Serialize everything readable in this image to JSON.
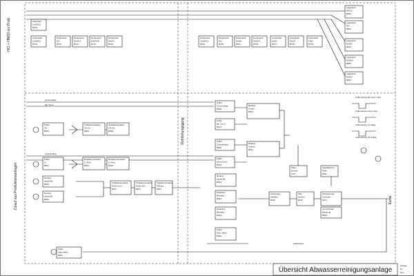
{
  "title": "Übersicht Abwasserreinigungsanlage",
  "left_label_top": "HCl + HNO3 zur Prod.",
  "left_label_bottom": "Zulauf aus Produktionsanlagen",
  "center_label": "Rohrleitungsgang",
  "right_label": "Kanal",
  "bottom_note": "Kühlwasser",
  "colors": {
    "line": "#111111",
    "box_fill": "#ffffff",
    "background": "#ffffff"
  },
  "storage_tanks": [
    {
      "name": "Lagertank",
      "medium": "HNO3",
      "id": "B602"
    },
    {
      "name": "Lagertank",
      "medium": "HCl",
      "id": "B604"
    },
    {
      "name": "Lagertank",
      "medium": "NaOH",
      "id": "B613"
    },
    {
      "name": "Lagertank",
      "medium": "NaNO3",
      "id": "B620"
    },
    {
      "name": "Lagertank",
      "medium": "NaOCl",
      "id": "B621"
    }
  ],
  "top_left_units": [
    {
      "name": "Kalkmilch",
      "medium": "Ca(OH)2",
      "id": "B703"
    },
    {
      "name": "Ansetzbeh.",
      "medium": "Ca(OH)2",
      "id": "B704"
    },
    {
      "name": "Dosiertank",
      "medium": "HCl",
      "id": "B710"
    },
    {
      "name": "Dosiertank",
      "medium": "H2SO4",
      "id": "B712"
    },
    {
      "name": "Dosiertank",
      "medium": "NaHSO3",
      "id": "B713"
    },
    {
      "name": "Dosiertank",
      "medium": "NaOCl",
      "id": "B720"
    }
  ],
  "top_right_units": [
    {
      "name": "Dosiertank",
      "medium": "Ca(OH)2",
      "id": "B702"
    },
    {
      "name": "Dosiertank",
      "medium": "HCl",
      "id": "B700"
    },
    {
      "name": "Dosiertank",
      "medium": "NaOH",
      "id": "B701"
    },
    {
      "name": "Dosiertank",
      "medium": "NaNO3",
      "id": "B705"
    },
    {
      "name": "Ansetzbeh.",
      "medium": "Na2S",
      "id": "B707"
    },
    {
      "name": "Ansetzbeh.",
      "medium": "FeCl3",
      "id": "B708"
    },
    {
      "name": "Ansetzbeh.",
      "medium": "FHM",
      "id": "B709"
    }
  ],
  "incoming_lines": [
    "Chromhaltig",
    "alk. Konz.",
    "Cyanidhaltig",
    "saure Konz."
  ],
  "left_units": [
    {
      "name": "Puffer",
      "medium": "CN",
      "id": "B001"
    },
    {
      "name": "Oxidationsreaktor",
      "medium": "CN-Ox",
      "id": "B002"
    },
    {
      "name": "Oxidationsreaktor",
      "medium": "CN-Ox",
      "id": "B003"
    },
    {
      "name": "Puffer",
      "medium": "Cr",
      "id": "B021"
    },
    {
      "name": "Reduktionsreaktor",
      "medium": "Cr-Red",
      "id": "B022"
    },
    {
      "name": "Reduktionsreaktor",
      "medium": "Cr-Red",
      "id": "B023"
    },
    {
      "name": "Neutral.",
      "medium": "sauer/alk.",
      "id": "B031"
    },
    {
      "name": "Neutral.",
      "medium": "sauer/alk.",
      "id": "B032"
    }
  ],
  "bottom_left_units": [
    {
      "name": "Puffer",
      "medium": "Abw. diffus",
      "id": "B051"
    }
  ],
  "mid_bottom_units": [
    {
      "name": "Oxidationsreaktor",
      "medium": "Nitrite prim.",
      "id": "B211"
    },
    {
      "name": "Oxidationsreaktor",
      "medium": "Nitrite fein",
      "id": "B212"
    },
    {
      "name": "Oxidationsreaktor",
      "medium": "Fällung",
      "id": "B213"
    }
  ],
  "center_units": [
    {
      "name": "Puffer",
      "medium": "Chromhaltig",
      "id": "B300"
    },
    {
      "name": "Puffer",
      "medium": "alk. Konz.",
      "id": "B314"
    },
    {
      "name": "Puffer",
      "medium": "Cyanidhaltig",
      "id": "B320"
    },
    {
      "name": "Puffer",
      "medium": "saure Konz.",
      "id": "B315"
    },
    {
      "name": "Reaktor",
      "medium": "Chrom",
      "id": "B331"
    },
    {
      "name": "Reaktor",
      "medium": "Cyanid",
      "id": "B341"
    },
    {
      "name": "Neutral.",
      "medium": "sauer/alk.",
      "id": "B401"
    },
    {
      "name": "Zwischen",
      "medium": "Behälter",
      "id": "B402"
    },
    {
      "name": "Zwischen",
      "medium": "Behälter",
      "id": "B403"
    },
    {
      "name": "Puffer",
      "medium": "Abw. diffus",
      "id": "B404"
    }
  ],
  "right_units": [
    {
      "name": "Flockungs-",
      "medium": "behälter",
      "id": "B411"
    },
    {
      "name": "Klär-",
      "medium": "becken",
      "id": "B412"
    },
    {
      "name": "Filter-",
      "medium": "presse",
      "id": "F371"
    },
    {
      "name": "Nachkläreinh.",
      "medium": "Filter",
      "id": "B421"
    },
    {
      "name": "Schlussneutr.",
      "medium": "Kontrolle",
      "id": "B471"
    },
    {
      "name": "pH-Kontrolle",
      "medium": "Messung",
      "id": "B690"
    }
  ],
  "legend": [
    "Aufbereitung alk. konz. Abw.",
    "Aufbereitung saure Abw.",
    "Aufbereitung Cr-haltig",
    "Aufbereitung CN-haltig"
  ],
  "side_caption": [
    "Anlage-",
    "Nr.",
    "Rev."
  ]
}
